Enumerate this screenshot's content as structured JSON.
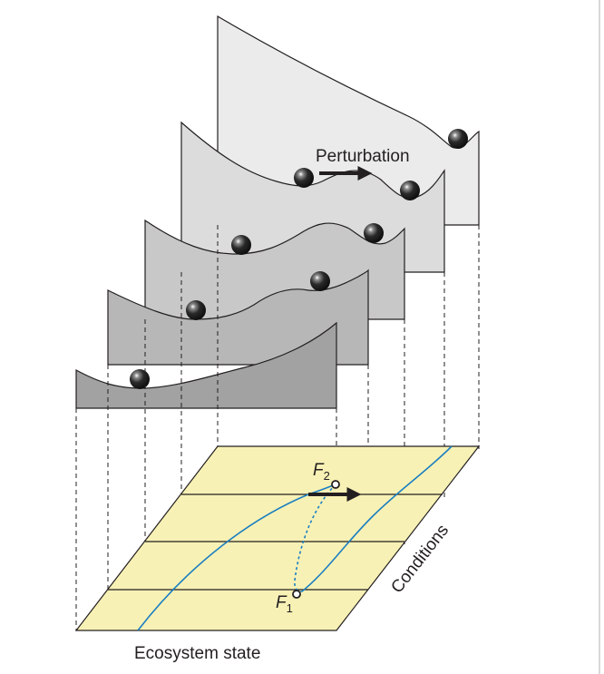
{
  "labels": {
    "perturbation": "Perturbation",
    "ecosystem_state": "Ecosystem state",
    "conditions": "Conditions",
    "f2_letter": "F",
    "f2_sub": "2",
    "f1_letter": "F",
    "f1_sub": "1"
  },
  "colors": {
    "plane_fill": "#f8f1b5",
    "bifurcation_curve": "#1a7fc1",
    "ball": "#1e1e1e",
    "panel_back": "#ebebeb",
    "panel_3": "#dcdcdc",
    "panel_2": "#c8c8c8",
    "panel_1": "#b7b7b7",
    "panel_front": "#a2a2a2"
  }
}
